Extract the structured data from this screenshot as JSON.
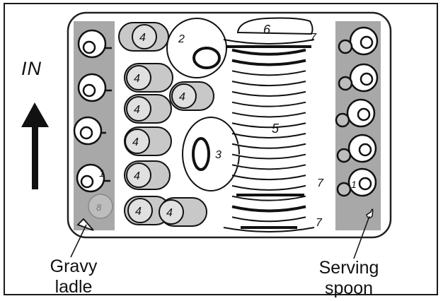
{
  "direction_label": "IN",
  "labels": {
    "gravy_ladle": [
      "Gravy",
      "ladle"
    ],
    "serving_spoon": [
      "Serving",
      "spoon"
    ]
  },
  "item_numbers": {
    "cup": "1",
    "large_plate": "2",
    "oval_dish": "3",
    "bowl": "4",
    "plate": "5",
    "tray": "6",
    "small_plate": "7",
    "jug": "8"
  },
  "colors": {
    "rack_outline": "#222222",
    "column_shade": "#a8a8a8",
    "bowl_fill": "#c8c8c8",
    "line": "#111111"
  }
}
